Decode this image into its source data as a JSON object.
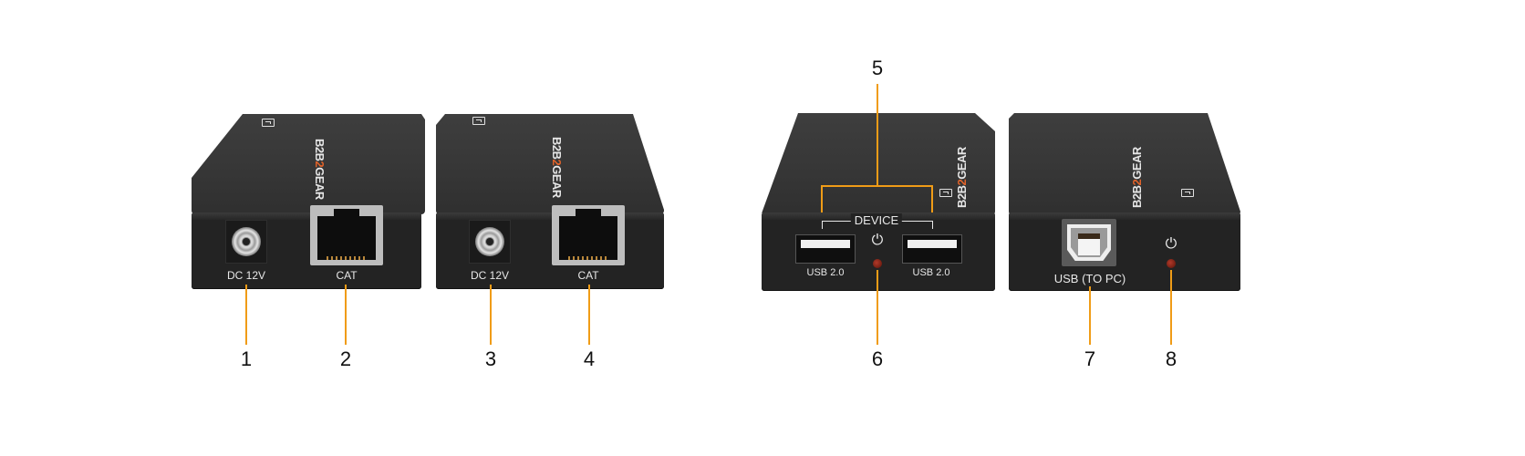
{
  "diagram": {
    "accent_color": "#f09c17",
    "devices": [
      {
        "id": "transmitter-a",
        "ports": [
          {
            "label": "DC 12V",
            "type": "dc-power-jack"
          },
          {
            "label": "CAT",
            "type": "rj45-port"
          }
        ]
      },
      {
        "id": "transmitter-b",
        "ports": [
          {
            "label": "DC 12V",
            "type": "dc-power-jack"
          },
          {
            "label": "CAT",
            "type": "rj45-port"
          }
        ]
      },
      {
        "id": "receiver-device",
        "group_label": "DEVICE",
        "ports": [
          {
            "label": "USB 2.0",
            "type": "usb-a-port"
          },
          {
            "label": "USB 2.0",
            "type": "usb-a-port"
          }
        ],
        "indicators": [
          {
            "icon": "power-icon",
            "glyph": "⏻",
            "led": "power-led"
          }
        ]
      },
      {
        "id": "receiver-pc",
        "ports": [
          {
            "label": "USB (TO PC)",
            "type": "usb-b-port"
          }
        ],
        "indicators": [
          {
            "icon": "power-icon",
            "glyph": "⏻",
            "led": "power-led"
          }
        ]
      }
    ],
    "brand": {
      "prefix": "B2B",
      "two": "2",
      "suffix": "GEAR"
    },
    "callouts": [
      "1",
      "2",
      "3",
      "4",
      "5",
      "6",
      "7",
      "8"
    ]
  }
}
